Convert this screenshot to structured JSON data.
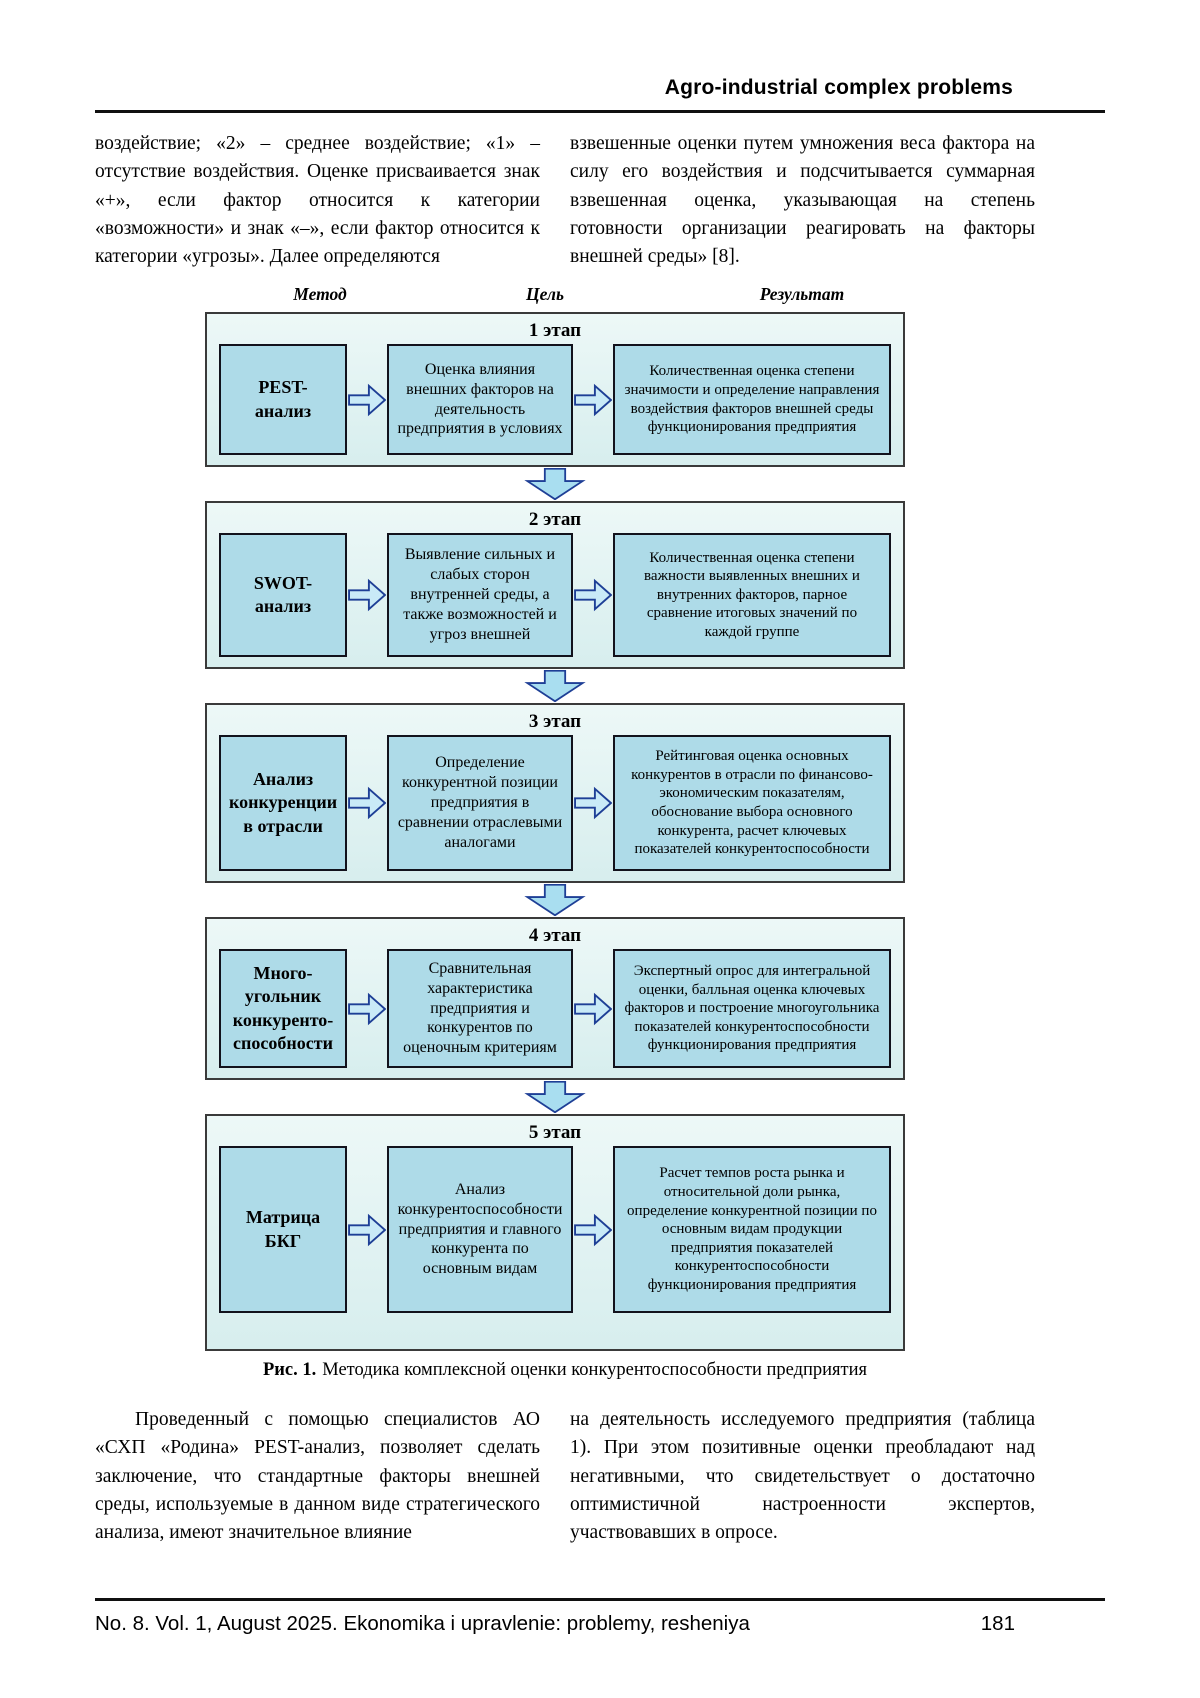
{
  "header": {
    "title": "Agro-industrial complex problems"
  },
  "intro": {
    "left": "воздействие; «2» – среднее воздействие; «1» – отсутствие воздействия. Оценке присваивается знак «+», если фактор относится к категории «возможности» и знак «–», если фактор относится к категории «угрозы». Далее определяются",
    "right": "взвешенные оценки путем умножения веса фактора на силу его воздействия и подсчитывается суммарная взвешенная оценка, указывающая на степень готовности организации реагировать на факторы внешней среды» [8]."
  },
  "figure": {
    "columns": [
      "Метод",
      "Цель",
      "Результат"
    ],
    "stages": [
      {
        "label": "1 этап",
        "method": "PEST-\nанализ",
        "goal": "Оценка влияния внешних факторов на деятельность предприятия в условиях",
        "result": "Количественная оценка степени значимости и определение направления воздействия факторов внешней среды функционирования предприятия"
      },
      {
        "label": "2 этап",
        "method": "SWOT-\nанализ",
        "goal": "Выявление сильных и слабых сторон внутренней среды, а также возможностей и угроз внешней",
        "result": "Количественная оценка степени важности выявленных внешних и внутренних факторов, парное сравнение итоговых значений по каждой группе"
      },
      {
        "label": "3 этап",
        "method": "Анализ\nконкуренции\nв отрасли",
        "goal": "Определение конкурентной позиции предприятия в сравнении отраслевыми аналогами",
        "result": "Рейтинговая оценка основных конкурентов в отрасли по финансово-экономическим показателям, обоснование выбора основного конкурента, расчет ключевых показателей конкурентоспособности"
      },
      {
        "label": "4 этап",
        "method": "Много-\nугольник\nконкуренто-\nспособности",
        "goal": "Сравнительная характеристика предприятия и конкурентов по оценочным критериям",
        "result": "Экспертный опрос для интегральной оценки, балльная оценка ключевых факторов и построение многоугольника показателей конкурентоспособности функционирования предприятия"
      },
      {
        "label": "5 этап",
        "method": "Матрица\nБКГ",
        "goal": "Анализ конкурентоспособности предприятия и главного конкурента по основным видам",
        "result": "Расчет темпов роста рынка и относительной доли рынка, определение конкурентной позиции по основным видам продукции предприятия показателей конкурентоспособности функционирования предприятия"
      }
    ],
    "caption_label": "Рис. 1.",
    "caption_text": "Методика комплексной оценки конкурентоспособности предприятия"
  },
  "body": {
    "left": "Проведенный с помощью специалистов АО «СХП «Родина» PEST-анализ, позволяет сделать заключение, что стандартные факторы внешней среды, используемые в данном виде стратегического анализа, имеют значительное влияние",
    "right": "на деятельность исследуемого предприятия (таблица 1). При этом позитивные оценки преобладают над негативными, что свидетельствует о достаточно оптимистичной настроенности экспертов, участвовавших в опросе."
  },
  "footer": {
    "journal": "No. 8. Vol. 1, August 2025. Ekonomika i upravlenie: problemy, resheniya",
    "page_number": "181"
  },
  "colors": {
    "stage_panel_fill": "#dfeff0",
    "box_fill": "#aedbe8",
    "arrow_fill_right": "#c9eaf7",
    "arrow_fill_down": "#a9def0",
    "arrow_stroke": "#1e3f96",
    "border_dark": "#12121c"
  }
}
